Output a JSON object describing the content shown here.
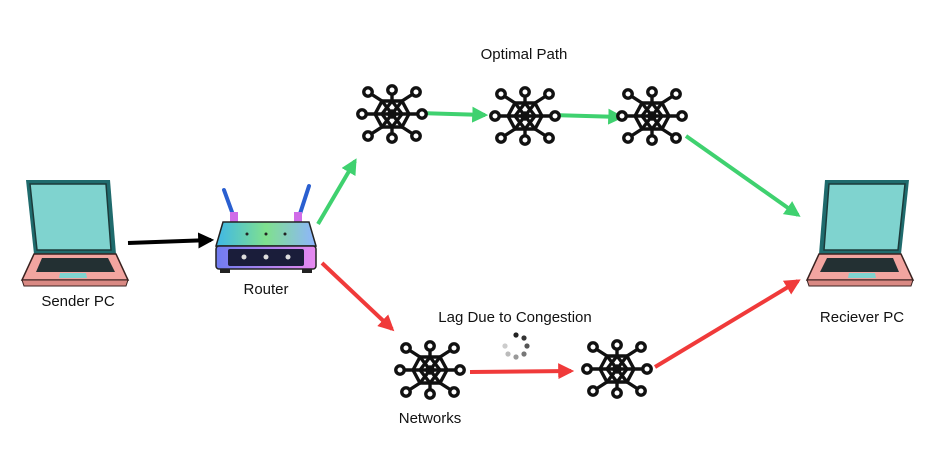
{
  "labels": {
    "sender": "Sender PC",
    "router": "Router",
    "receiver": "Reciever PC",
    "optimal_path": "Optimal Path",
    "lag": "Lag Due to Congestion",
    "networks": "Networks"
  },
  "icons": {
    "sender": "laptop-icon",
    "router": "wifi-router-icon",
    "receiver": "laptop-icon",
    "network_node": "network-node-icon",
    "loading": "loading-spinner-icon"
  },
  "colors": {
    "optimal": "#3fd16f",
    "congested": "#f03a3a",
    "link": "#000000"
  }
}
